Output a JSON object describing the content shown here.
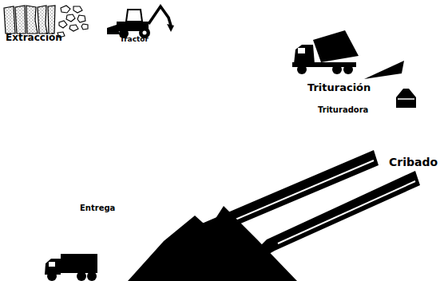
{
  "diagram": {
    "labels": [
      "Extracción",
      "Tractor",
      "Trituración",
      "Trituradora",
      "Cribado",
      "Entrega"
    ]
  }
}
